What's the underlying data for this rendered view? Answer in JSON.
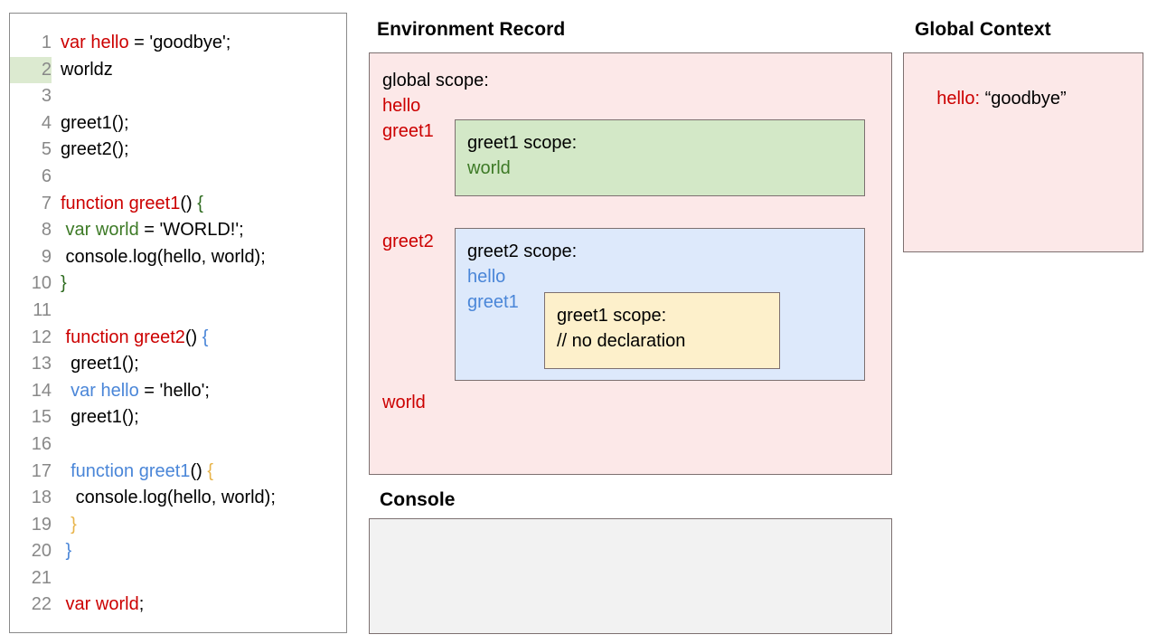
{
  "editor": {
    "name": "code-editor",
    "highlighted_line": 2,
    "lines": [
      {
        "n": "1",
        "tokens": [
          {
            "t": "var hello",
            "c": "red"
          },
          {
            "t": " = 'goodbye';",
            "c": "black"
          }
        ]
      },
      {
        "n": "2",
        "tokens": [
          {
            "t": "worldz",
            "c": "black"
          }
        ]
      },
      {
        "n": "3",
        "tokens": []
      },
      {
        "n": "4",
        "tokens": [
          {
            "t": "greet1();",
            "c": "black"
          }
        ]
      },
      {
        "n": "5",
        "tokens": [
          {
            "t": "greet2();",
            "c": "black"
          }
        ]
      },
      {
        "n": "6",
        "tokens": []
      },
      {
        "n": "7",
        "tokens": [
          {
            "t": "function greet1",
            "c": "red"
          },
          {
            "t": "() ",
            "c": "black"
          },
          {
            "t": "{",
            "c": "dgreen"
          }
        ]
      },
      {
        "n": "8",
        "tokens": [
          {
            "t": " var world",
            "c": "green"
          },
          {
            "t": " = 'WORLD!';",
            "c": "black"
          }
        ]
      },
      {
        "n": "9",
        "tokens": [
          {
            "t": " console.log(hello, world);",
            "c": "black"
          }
        ]
      },
      {
        "n": "10",
        "tokens": [
          {
            "t": "}",
            "c": "dgreen"
          }
        ]
      },
      {
        "n": "11",
        "tokens": []
      },
      {
        "n": "12",
        "tokens": [
          {
            "t": " function greet2",
            "c": "red"
          },
          {
            "t": "() ",
            "c": "black"
          },
          {
            "t": "{",
            "c": "blue"
          }
        ]
      },
      {
        "n": "13",
        "tokens": [
          {
            "t": "  greet1();",
            "c": "black"
          }
        ]
      },
      {
        "n": "14",
        "tokens": [
          {
            "t": "  var hello",
            "c": "blue"
          },
          {
            "t": " = 'hello';",
            "c": "black"
          }
        ]
      },
      {
        "n": "15",
        "tokens": [
          {
            "t": "  greet1();",
            "c": "black"
          }
        ]
      },
      {
        "n": "16",
        "tokens": []
      },
      {
        "n": "17",
        "tokens": [
          {
            "t": "  function greet1",
            "c": "blue"
          },
          {
            "t": "() ",
            "c": "black"
          },
          {
            "t": "{",
            "c": "orange"
          }
        ]
      },
      {
        "n": "18",
        "tokens": [
          {
            "t": "   console.log(hello, world);",
            "c": "black"
          }
        ]
      },
      {
        "n": "19",
        "tokens": [
          {
            "t": "  }",
            "c": "orange"
          }
        ]
      },
      {
        "n": "20",
        "tokens": [
          {
            "t": " }",
            "c": "blue"
          }
        ]
      },
      {
        "n": "21",
        "tokens": []
      },
      {
        "n": "22",
        "tokens": [
          {
            "t": " var world",
            "c": "red"
          },
          {
            "t": ";",
            "c": "black"
          }
        ]
      }
    ]
  },
  "environment_record": {
    "title": "Environment Record",
    "global_scope_label": "global scope:",
    "bindings": [
      "hello",
      "greet1",
      "greet2",
      "world"
    ],
    "greet1_scope": {
      "label": "greet1 scope:",
      "binding": "world"
    },
    "greet2_scope": {
      "label": "greet2 scope:",
      "bindings": [
        "hello",
        "greet1"
      ],
      "nested_greet1_scope": {
        "label": "greet1 scope:",
        "comment": "// no declaration"
      }
    }
  },
  "console": {
    "title": "Console",
    "output": ""
  },
  "global_context": {
    "title": "Global Context",
    "entries": [
      {
        "key": "hello:",
        "value": " “goodbye”"
      }
    ],
    "entry_key": "hello:",
    "entry_value": " “goodbye”"
  },
  "colors": {
    "scope_global_bg": "#fce8e8",
    "scope_greet1_bg": "#d3e8c7",
    "scope_greet2_bg": "#dde9fb",
    "scope_nested_bg": "#fdf0cb",
    "console_bg": "#f2f2f2",
    "border": "#7d7070",
    "token_red": "#cc0000",
    "token_green": "#3d7a26",
    "token_blue": "#4a86d8",
    "token_orange": "#e8b44a",
    "line_highlight": "#dcead0"
  }
}
